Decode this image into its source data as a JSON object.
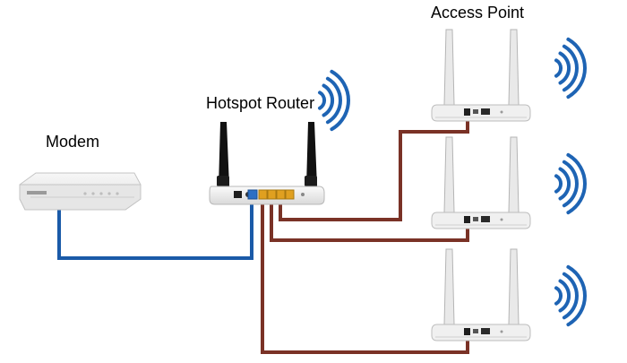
{
  "labels": {
    "access_point": "Access Point",
    "hotspot_router": "Hotspot Router",
    "modem": "Modem"
  },
  "colors": {
    "ethernet_blue": "#1a5aa8",
    "ethernet_brown": "#7a3226",
    "wifi_waves": "#1e64b4",
    "device_body": "#f2f2f2",
    "router_ports": "#e0a020"
  },
  "icons": [
    "modem-icon",
    "router-icon",
    "access-point-icon",
    "wifi-signal-icon"
  ]
}
